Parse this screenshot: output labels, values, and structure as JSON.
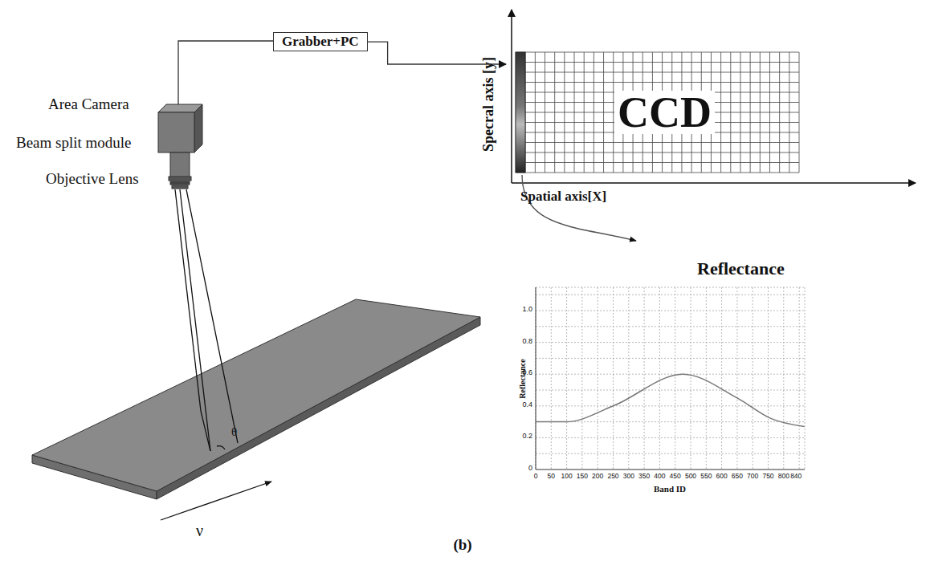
{
  "diagram": {
    "caption": "(b)",
    "nodes": [
      {
        "text": [
          "Grabber+PC"
        ]
      },
      {
        "text": [
          "CCD"
        ]
      }
    ],
    "edges": [
      {
        "from": 0,
        "to": 1,
        "arrow": "to"
      }
    ],
    "labels": [
      "Area Camera",
      "Beam split module",
      "Objective Lens",
      "θ",
      "ν",
      "Specral axis [y]",
      "Spatial axis[X]",
      "Reflectance",
      "Reflectance",
      "Band ID",
      "0",
      "0.2",
      "0.4",
      "0.6",
      "0.8",
      "1.0",
      "0",
      "50",
      "100",
      "150",
      "200",
      "250",
      "300",
      "350",
      "400",
      "450",
      "500",
      "550",
      "600",
      "650",
      "700",
      "750",
      "800",
      "840"
    ]
  }
}
